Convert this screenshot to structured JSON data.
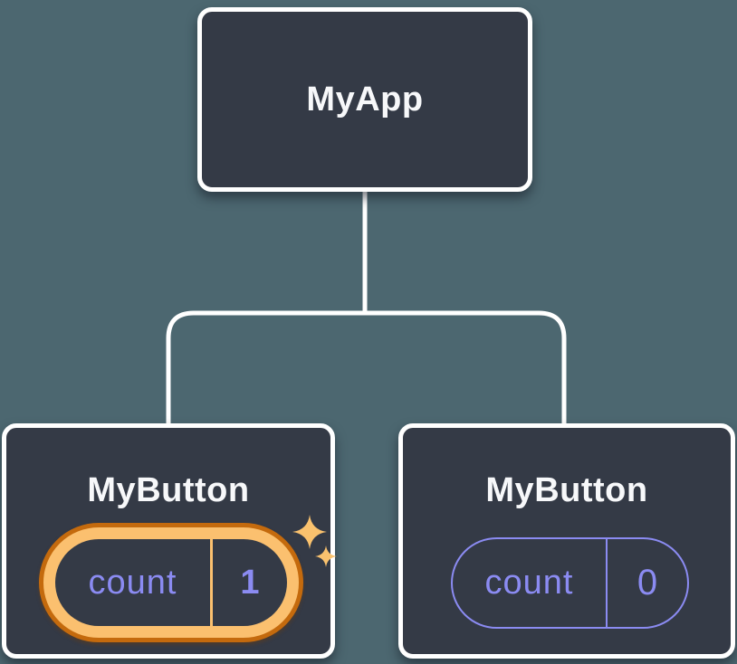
{
  "diagram": {
    "description": "React component tree showing isolated state: clicking one MyButton updated its own count only",
    "nodes": {
      "root": {
        "title": "MyApp"
      },
      "left_child": {
        "title": "MyButton",
        "state_label": "count",
        "state_value": "1",
        "highlighted": true
      },
      "right_child": {
        "title": "MyButton",
        "state_label": "count",
        "state_value": "0",
        "highlighted": false
      }
    },
    "icons": {
      "sparkles": "sparkles-icon"
    }
  },
  "colors": {
    "canvas_background": "#4C6770",
    "node_fill": "#343A46",
    "node_border": "#FFFFFF",
    "connector_line": "#FFFFFF",
    "state_text": "#8B8BF2",
    "highlight_ring_outer": "#C46A0D",
    "highlight_ring_inner": "#FBC06F",
    "sparkle": "#FAC26E",
    "title_text": "#F7F8FA"
  }
}
